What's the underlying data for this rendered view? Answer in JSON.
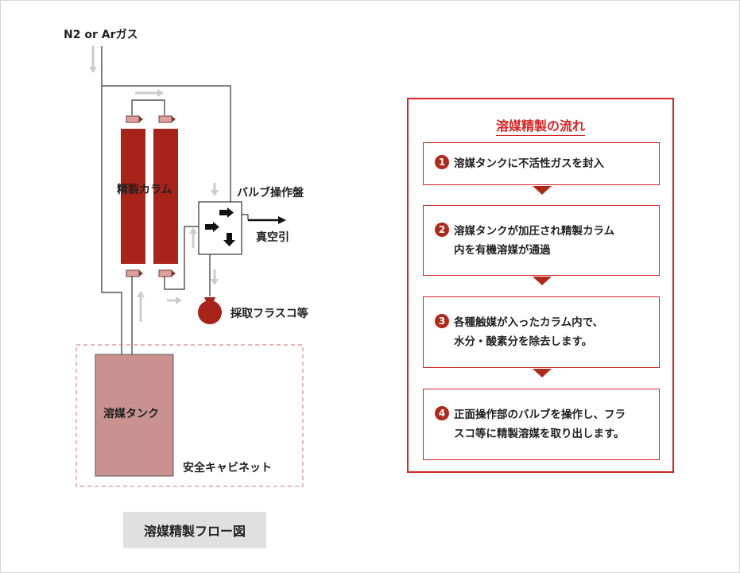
{
  "diagram": {
    "gas_label": "N2 or Arガス",
    "column_label": "精製カラム",
    "valve_panel_label": "バルブ操作盤",
    "vacuum_label": "真空引",
    "flask_label": "採取フラスコ等",
    "tank_label": "溶媒タンク",
    "cabinet_label": "安全キャビネット",
    "caption": "溶媒精製フロー図"
  },
  "flow": {
    "title": "溶媒精製の流れ",
    "steps": [
      {
        "num": "1",
        "lines": [
          "溶媒タンクに不活性ガスを封入"
        ]
      },
      {
        "num": "2",
        "lines": [
          "溶媒タンクが加圧され精製カラム",
          "内を有機溶媒が通過"
        ]
      },
      {
        "num": "3",
        "lines": [
          "各種触媒が入ったカラム内で、",
          "水分・酸素分を除去します。"
        ]
      },
      {
        "num": "4",
        "lines": [
          "正面操作部のバルブを操作し、フラ",
          "スコ等に精製溶媒を取り出します。"
        ]
      }
    ]
  },
  "colors": {
    "accent": "#d92424",
    "column": "#a8231a",
    "tank": "#c99290",
    "arrow_gray": "#cccccc"
  }
}
